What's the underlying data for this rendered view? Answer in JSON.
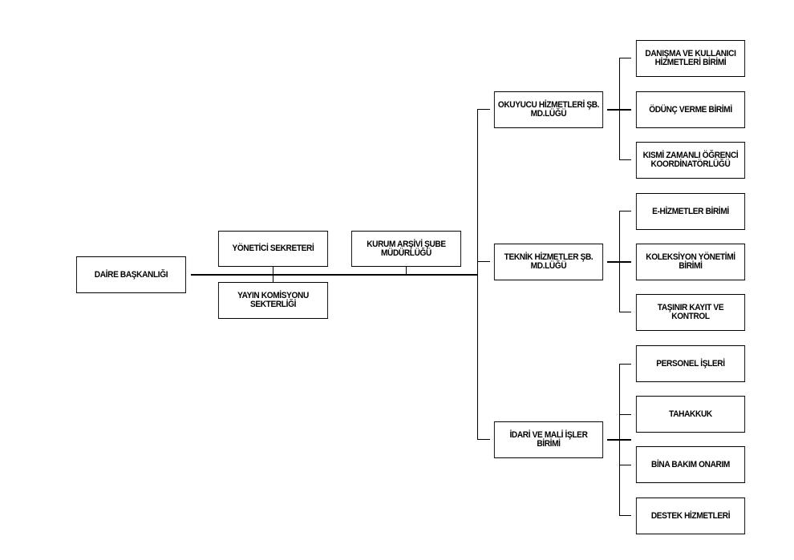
{
  "org": {
    "root": "DAİRE BAŞKANLIĞI",
    "staff_top": "YÖNETİCİ SEKRETERİ",
    "staff_bottom": "YAYIN KOMİSYONU\nSEKTERLİĞİ",
    "archive": "KURUM ARŞİVİ ŞUBE\nMÜDÜRLÜĞÜ",
    "branches": [
      {
        "label": "OKUYUCU HİZMETLERİ ŞB.\nMD.LÜĞÜ",
        "units": [
          "DANIŞMA VE KULLANICI\nHİZMETLERİ BİRİMİ",
          "ÖDÜNÇ VERME BİRİMİ",
          "KISMİ ZAMANLI ÖĞRENCİ\nKOORDİNATÖRLÜĞÜ"
        ]
      },
      {
        "label": "TEKNİK HİZMETLER ŞB.\nMD.LÜĞÜ",
        "units": [
          "E-HİZMETLER BİRİMİ",
          "KOLEKSİYON YÖNETİMİ\nBİRİMİ",
          "TAŞINIR KAYIT VE KONTROL"
        ]
      },
      {
        "label": "İDARİ VE MALİ İŞLER BİRİMİ",
        "units": [
          "PERSONEL İŞLERİ",
          "TAHAKKUK",
          "BİNA BAKIM ONARIM",
          "DESTEK HİZMETLERİ"
        ]
      }
    ]
  }
}
